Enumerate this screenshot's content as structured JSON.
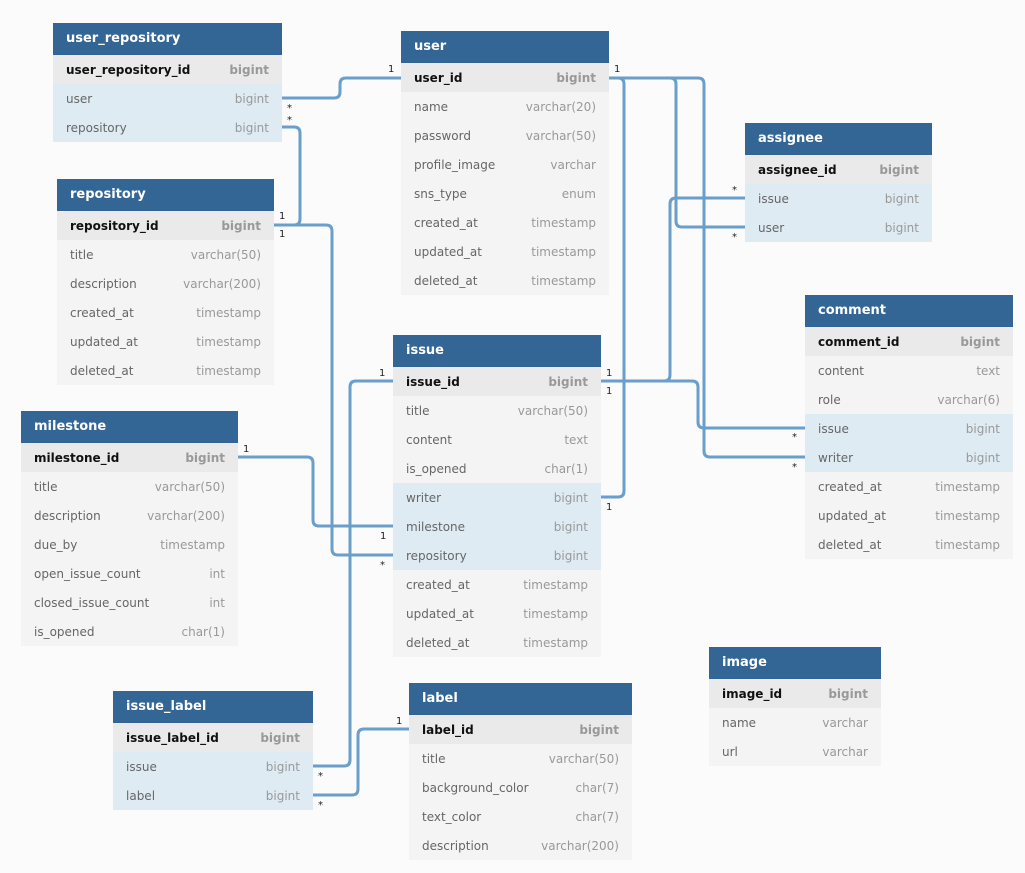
{
  "tables": {
    "user_repository": {
      "title": "user_repository",
      "rows": [
        {
          "name": "user_repository_id",
          "type": "bigint"
        },
        {
          "name": "user",
          "type": "bigint"
        },
        {
          "name": "repository",
          "type": "bigint"
        }
      ]
    },
    "user": {
      "title": "user",
      "rows": [
        {
          "name": "user_id",
          "type": "bigint"
        },
        {
          "name": "name",
          "type": "varchar(20)"
        },
        {
          "name": "password",
          "type": "varchar(50)"
        },
        {
          "name": "profile_image",
          "type": "varchar"
        },
        {
          "name": "sns_type",
          "type": "enum"
        },
        {
          "name": "created_at",
          "type": "timestamp"
        },
        {
          "name": "updated_at",
          "type": "timestamp"
        },
        {
          "name": "deleted_at",
          "type": "timestamp"
        }
      ]
    },
    "assignee": {
      "title": "assignee",
      "rows": [
        {
          "name": "assignee_id",
          "type": "bigint"
        },
        {
          "name": "issue",
          "type": "bigint"
        },
        {
          "name": "user",
          "type": "bigint"
        }
      ]
    },
    "repository": {
      "title": "repository",
      "rows": [
        {
          "name": "repository_id",
          "type": "bigint"
        },
        {
          "name": "title",
          "type": "varchar(50)"
        },
        {
          "name": "description",
          "type": "varchar(200)"
        },
        {
          "name": "created_at",
          "type": "timestamp"
        },
        {
          "name": "updated_at",
          "type": "timestamp"
        },
        {
          "name": "deleted_at",
          "type": "timestamp"
        }
      ]
    },
    "comment": {
      "title": "comment",
      "rows": [
        {
          "name": "comment_id",
          "type": "bigint"
        },
        {
          "name": "content",
          "type": "text"
        },
        {
          "name": "role",
          "type": "varchar(6)"
        },
        {
          "name": "issue",
          "type": "bigint"
        },
        {
          "name": "writer",
          "type": "bigint"
        },
        {
          "name": "created_at",
          "type": "timestamp"
        },
        {
          "name": "updated_at",
          "type": "timestamp"
        },
        {
          "name": "deleted_at",
          "type": "timestamp"
        }
      ]
    },
    "issue": {
      "title": "issue",
      "rows": [
        {
          "name": "issue_id",
          "type": "bigint"
        },
        {
          "name": "title",
          "type": "varchar(50)"
        },
        {
          "name": "content",
          "type": "text"
        },
        {
          "name": "is_opened",
          "type": "char(1)"
        },
        {
          "name": "writer",
          "type": "bigint"
        },
        {
          "name": "milestone",
          "type": "bigint"
        },
        {
          "name": "repository",
          "type": "bigint"
        },
        {
          "name": "created_at",
          "type": "timestamp"
        },
        {
          "name": "updated_at",
          "type": "timestamp"
        },
        {
          "name": "deleted_at",
          "type": "timestamp"
        }
      ]
    },
    "milestone": {
      "title": "milestone",
      "rows": [
        {
          "name": "milestone_id",
          "type": "bigint"
        },
        {
          "name": "title",
          "type": "varchar(50)"
        },
        {
          "name": "description",
          "type": "varchar(200)"
        },
        {
          "name": "due_by",
          "type": "timestamp"
        },
        {
          "name": "open_issue_count",
          "type": "int"
        },
        {
          "name": "closed_issue_count",
          "type": "int"
        },
        {
          "name": "is_opened",
          "type": "char(1)"
        }
      ]
    },
    "image": {
      "title": "image",
      "rows": [
        {
          "name": "image_id",
          "type": "bigint"
        },
        {
          "name": "name",
          "type": "varchar"
        },
        {
          "name": "url",
          "type": "varchar"
        }
      ]
    },
    "issue_label": {
      "title": "issue_label",
      "rows": [
        {
          "name": "issue_label_id",
          "type": "bigint"
        },
        {
          "name": "issue",
          "type": "bigint"
        },
        {
          "name": "label",
          "type": "bigint"
        }
      ]
    },
    "label": {
      "title": "label",
      "rows": [
        {
          "name": "label_id",
          "type": "bigint"
        },
        {
          "name": "title",
          "type": "varchar(50)"
        },
        {
          "name": "background_color",
          "type": "char(7)"
        },
        {
          "name": "text_color",
          "type": "char(7)"
        },
        {
          "name": "description",
          "type": "varchar(200)"
        }
      ]
    }
  },
  "relationships": [
    {
      "from": "user_repository.user",
      "to": "user.user_id",
      "from_card": "*",
      "to_card": "1"
    },
    {
      "from": "user_repository.repository",
      "to": "repository.repository_id",
      "from_card": "*",
      "to_card": "1"
    },
    {
      "from": "issue.repository",
      "to": "repository.repository_id",
      "from_card": "*",
      "to_card": "1"
    },
    {
      "from": "issue.milestone",
      "to": "milestone.milestone_id",
      "from_card": "1",
      "to_card": "1"
    },
    {
      "from": "issue.writer",
      "to": "user.user_id",
      "from_card": "1",
      "to_card": "1"
    },
    {
      "from": "assignee.user",
      "to": "user.user_id",
      "from_card": "*",
      "to_card": "1"
    },
    {
      "from": "assignee.issue",
      "to": "issue.issue_id",
      "from_card": "*",
      "to_card": "1"
    },
    {
      "from": "comment.writer",
      "to": "user.user_id",
      "from_card": "*",
      "to_card": "1"
    },
    {
      "from": "comment.issue",
      "to": "issue.issue_id",
      "from_card": "*",
      "to_card": "1"
    },
    {
      "from": "issue_label.issue",
      "to": "issue.issue_id",
      "from_card": "*",
      "to_card": "1"
    },
    {
      "from": "issue_label.label",
      "to": "label.label_id",
      "from_card": "*",
      "to_card": "1"
    }
  ],
  "colors": {
    "header": "#336694",
    "link": "#6a9fcb",
    "pk_row": "#eaeaea",
    "fk_row": "#deebf3",
    "row": "#f4f4f4"
  }
}
